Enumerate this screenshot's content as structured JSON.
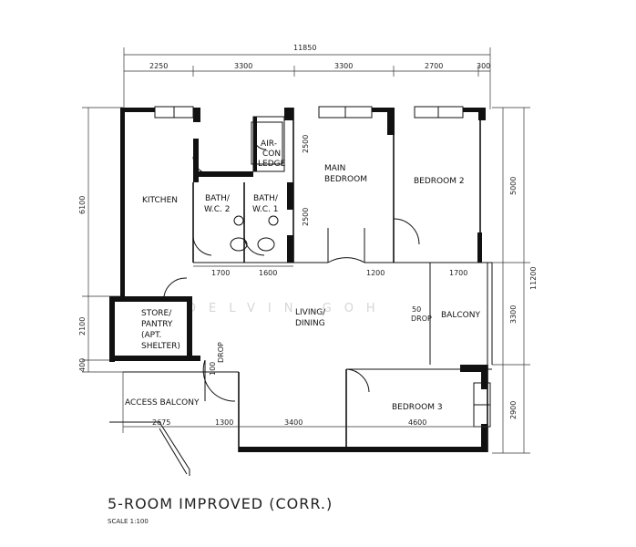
{
  "title": "5-ROOM IMPROVED (CORR.)",
  "scale": "SCALE  1:100",
  "watermark": "DELVIN GOH",
  "dimensions": {
    "top_total": "11850",
    "top_segments": [
      "2250",
      "3300",
      "3300",
      "2700",
      "300"
    ],
    "right_overall": "11200",
    "right_bedroom2": "5000",
    "right_balcony": "3300",
    "right_bedroom3": "2900",
    "left_kitchen": "6100",
    "left_store": "2100",
    "left_bottom": "400",
    "main_bedroom_upper": "2500",
    "main_bedroom_lower": "2500",
    "bath2_width": "1700",
    "bath1_width": "1600",
    "door_width": "1200",
    "balcony_width": "1700",
    "bottom_access": "2675",
    "bottom_entry": "1300",
    "bottom_living": "3400",
    "bottom_bedroom3": "4600",
    "step_drop": "50",
    "step_drop_label": "DROP",
    "step_drop_small": "100",
    "step_drop_small_label": "DROP"
  },
  "rooms": {
    "kitchen": "KITCHEN",
    "aircon_1": "AIR-",
    "aircon_2": "CON",
    "aircon_3": "LEDGE",
    "main_bedroom_1": "MAIN",
    "main_bedroom_2": "BEDROOM",
    "bedroom2": "BEDROOM 2",
    "bath2_1": "BATH/",
    "bath2_2": "W.C. 2",
    "bath1_1": "BATH/",
    "bath1_2": "W.C. 1",
    "living_1": "LIVING/",
    "living_2": "DINING",
    "store_1": "STORE/",
    "store_2": "PANTRY",
    "store_3": "(APT.",
    "store_4": "SHELTER)",
    "balcony": "BALCONY",
    "access_balcony": "ACCESS   BALCONY",
    "bedroom3": "BEDROOM 3"
  }
}
